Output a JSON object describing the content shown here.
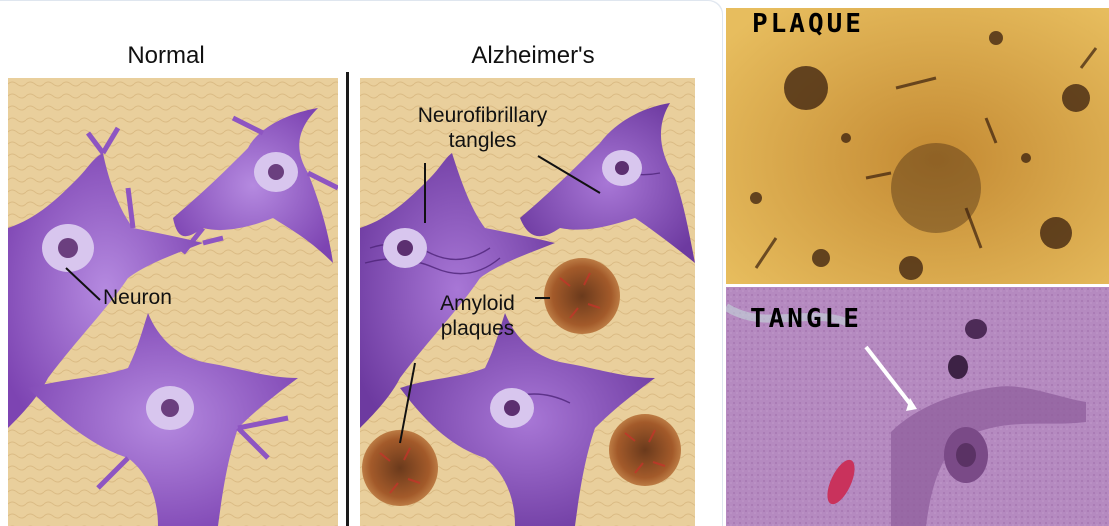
{
  "columns": {
    "normal": "Normal",
    "alzheimers": "Alzheimer's"
  },
  "labels": {
    "neuron": "Neuron",
    "tangles_line1": "Neurofibrillary",
    "tangles_line2": "tangles",
    "plaques_line1": "Amyloid",
    "plaques_line2": "plaques",
    "plaque_micrograph": "PLAQUE",
    "tangle_micrograph": "TANGLE"
  },
  "colors": {
    "tissue": "#e9cf9c",
    "neuron": "#8e55c2",
    "plaque": "#8a4a22",
    "micrograph_plaque": "#d9a53f",
    "micrograph_tangle": "#b58ac0"
  }
}
